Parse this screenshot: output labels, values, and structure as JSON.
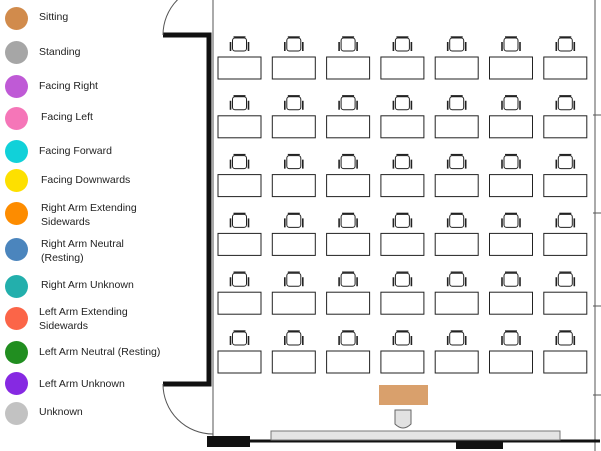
{
  "legend": {
    "items": [
      {
        "label": "Sitting",
        "color": "#d18b4c"
      },
      {
        "label": "Standing",
        "color": "#a6a6a6"
      },
      {
        "label": "Facing Right",
        "color": "#bf5ad6"
      },
      {
        "label": "Facing Left",
        "color": "#f576b8"
      },
      {
        "label": "Facing Forward",
        "color": "#11d1d9"
      },
      {
        "label": "Facing Downwards",
        "color": "#fde000"
      },
      {
        "label": "Right Arm Extending\nSidewards",
        "color": "#fd8c00"
      },
      {
        "label": "Right Arm Neutral\n(Resting)",
        "color": "#4b85bd"
      },
      {
        "label": "Right Arm Unknown",
        "color": "#23afac"
      },
      {
        "label": "Left Arm Extending\nSidewards",
        "color": "#fb6548"
      },
      {
        "label": "Left Arm Neutral (Resting)",
        "color": "#218e20"
      },
      {
        "label": "Left Arm Unknown",
        "color": "#8629e2"
      },
      {
        "label": "Unknown",
        "color": "#c2c2c2"
      }
    ]
  },
  "floorplan": {
    "rows": 6,
    "columns": 7,
    "teacher_desk_color": "#d9a06c"
  }
}
